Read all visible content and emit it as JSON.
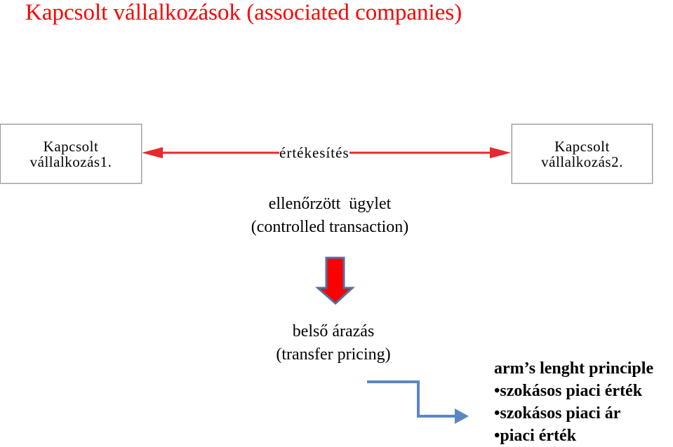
{
  "title": "Kapcsolt vállalkozások (associated companies)",
  "colors": {
    "title": "#ff0000",
    "double_arrow": "#e8282e",
    "down_arrow_fill": "#ff0000",
    "down_arrow_border": "#4f6fa0",
    "elbow_arrow": "#5a86c4"
  },
  "boxes": {
    "left": {
      "line1": "Kapcsolt",
      "line2": "vállalkozás1."
    },
    "right": {
      "line1": "Kapcsolt",
      "line2": "vállalkozás2."
    }
  },
  "arrow_label": "értékesítés",
  "controlled": {
    "line1": "ellenőrzött  ügylet",
    "line2": "(controlled transaction)"
  },
  "transfer": {
    "line1": "belső árazás",
    "line2": "(transfer pricing)"
  },
  "arms_length": {
    "heading": "arm’s lenght principle",
    "items": [
      "•szokásos piaci érték",
      "•szokásos piaci ár",
      "•piaci érték"
    ]
  }
}
